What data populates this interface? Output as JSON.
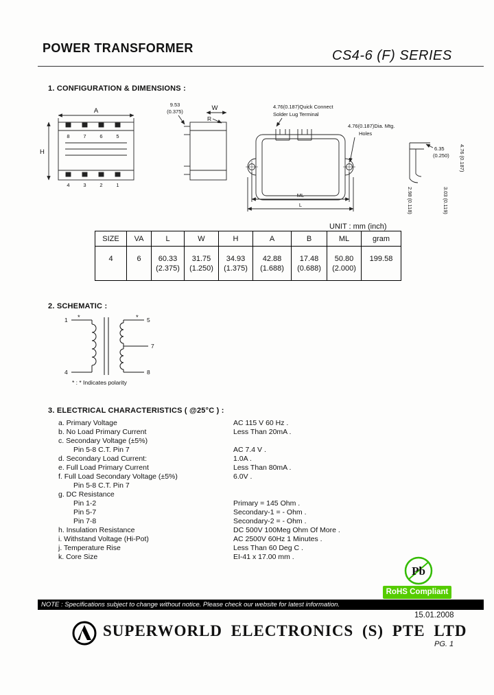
{
  "header": {
    "title": "POWER TRANSFORMER",
    "series": "CS4-6 (F) SERIES"
  },
  "config": {
    "heading": "1. CONFIGURATION & DIMENSIONS :",
    "unit_note": "UNIT : mm (inch)",
    "drawing": {
      "front": {
        "dim_width": "A",
        "dim_height": "H",
        "top_pins": [
          "8",
          "7",
          "6",
          "5"
        ],
        "bottom_pins": [
          "4",
          "3",
          "2",
          "1"
        ]
      },
      "side": {
        "depth_mm": "9.53",
        "depth_inch": "(0.375)",
        "dim_w": "W",
        "dim_r": "R"
      },
      "terminal_note_line1": "4.76(0.187)Quick Connect",
      "terminal_note_line2": "Solder Lug Terminal",
      "mtg_note_line1": "4.76(0.187)Dia. Mtg.",
      "mtg_note_line2": "Holes",
      "dim_ml": "ML",
      "dim_l": "L",
      "bracket": {
        "top_mm": "6.35",
        "top_inch": "(0.250)",
        "right_dim": "4.76 (0.187)",
        "bottom_left_dim": "2.98 (0.118)",
        "bottom_right_dim": "3.03 (0.119)"
      }
    },
    "table": {
      "headers": [
        "SIZE",
        "VA",
        "L",
        "W",
        "H",
        "A",
        "B",
        "ML",
        "gram"
      ],
      "rows": [
        [
          "4",
          "6",
          "60.33",
          "31.75",
          "34.93",
          "42.88",
          "17.48",
          "50.80",
          "199.58"
        ],
        [
          "",
          "",
          "(2.375)",
          "(1.250)",
          "(1.375)",
          "(1.688)",
          "(0.688)",
          "(2.000)",
          ""
        ]
      ]
    }
  },
  "schematic": {
    "heading": "2. SCHEMATIC :",
    "pins": {
      "p1": "1",
      "p4": "4",
      "p5": "5",
      "p7": "7",
      "p8": "8"
    },
    "polarity_mark": "*",
    "polarity_note": "* : * Indicates polarity"
  },
  "electrical": {
    "heading": "3. ELECTRICAL CHARACTERISTICS ( @25°C ) :",
    "rows": [
      {
        "label": "a. Primary Voltage",
        "value": "AC 115 V 60 Hz ."
      },
      {
        "label": "b. No Load Primary Current",
        "value": "Less Than 20mA ."
      },
      {
        "label": "c. Secondary Voltage (±5%)",
        "value": ""
      },
      {
        "label": "Pin 5-8 C.T. Pin 7",
        "value": "AC 7.4 V ."
      },
      {
        "label": "d. Secondary Load Current:",
        "value": "1.0A ."
      },
      {
        "label": "e. Full Load Primary Current",
        "value": "Less Than 80mA ."
      },
      {
        "label": "f. Full Load Secondary Voltage (±5%)",
        "value": "6.0V ."
      },
      {
        "label": "Pin 5-8 C.T. Pin 7",
        "value": ""
      },
      {
        "label": "g. DC Resistance",
        "value": ""
      },
      {
        "label": "Pin 1-2",
        "value": "Primary = 145 Ohm ."
      },
      {
        "label": "Pin 5-7",
        "value": "Secondary-1 = - Ohm ."
      },
      {
        "label": "Pin 7-8",
        "value": "Secondary-2 = - Ohm ."
      },
      {
        "label": "h. Insulation Resistance",
        "value": "DC 500V 100Meg Ohm Of More ."
      },
      {
        "label": "i. Withstand Voltage (Hi-Pot)",
        "value": "AC 2500V 60Hz 1 Minutes ."
      },
      {
        "label": "j. Temperature Rise",
        "value": "Less Than 60 Deg C ."
      },
      {
        "label": "k. Core Size",
        "value": "EI-41 x 17.00 mm ."
      }
    ]
  },
  "footer": {
    "pb_symbol": "Pb",
    "rohs_label": "RoHS Compliant",
    "note": "NOTE : Specifications subject to change without notice. Please check our website for latest information.",
    "date": "15.01.2008",
    "company": "SUPERWORLD ELECTRONICS (S) PTE LTD",
    "page": "PG. 1"
  },
  "colors": {
    "rohs_green": "#55cc00",
    "pb_green": "#33bb00",
    "note_bar": "#000000"
  }
}
